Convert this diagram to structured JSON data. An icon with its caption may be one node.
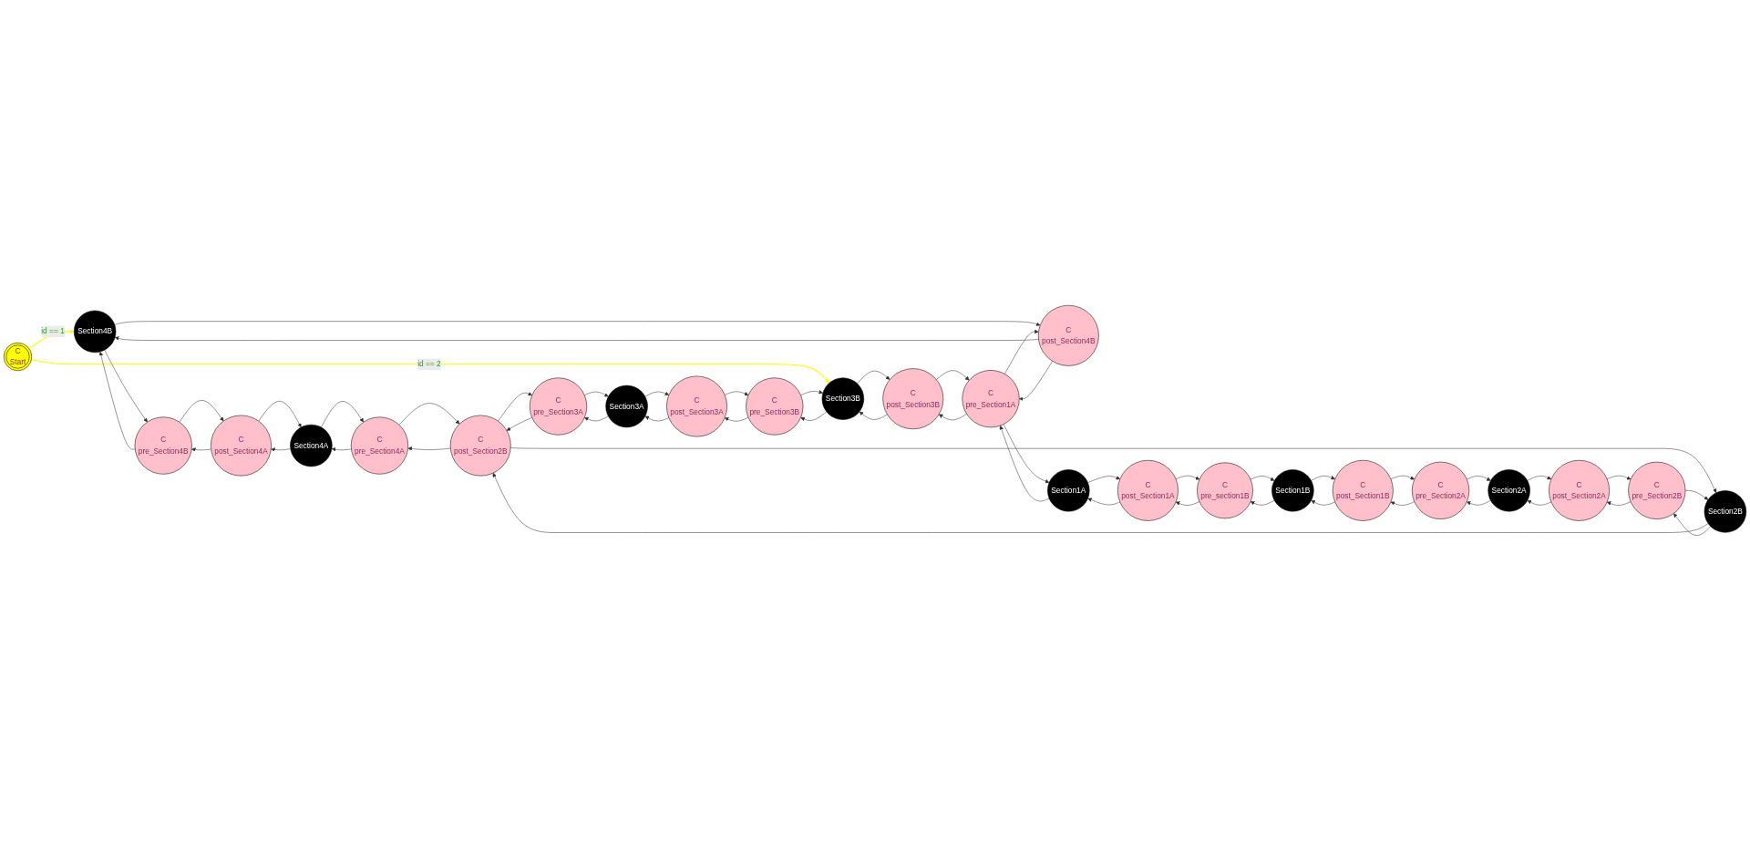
{
  "diagram": {
    "nodes": [
      {
        "text": [
          "C",
          "Start"
        ]
      },
      {
        "text": [
          "Section4B"
        ]
      },
      {
        "text": [
          "C",
          "pre_Section4B"
        ]
      },
      {
        "text": [
          "C",
          "post_Section4A"
        ]
      },
      {
        "text": [
          "Section4A"
        ]
      },
      {
        "text": [
          "C",
          "pre_Section4A"
        ]
      },
      {
        "text": [
          "C",
          "post_Section4B"
        ]
      },
      {
        "text": [
          "Section3B"
        ]
      },
      {
        "text": [
          "C",
          "pre_Section3B"
        ]
      },
      {
        "text": [
          "Section3A"
        ]
      },
      {
        "text": [
          "C",
          "post_Section2B"
        ]
      },
      {
        "text": [
          "C",
          "post_Section3A"
        ]
      },
      {
        "text": [
          "C",
          "pre_Section3A"
        ]
      },
      {
        "text": [
          "C",
          "post_Section3B"
        ]
      },
      {
        "text": [
          "Section2B"
        ]
      },
      {
        "text": [
          "C",
          "pre_Section1A"
        ]
      },
      {
        "text": [
          "C",
          "pre_Section2B"
        ]
      },
      {
        "text": [
          "C",
          "post_Section1A"
        ]
      },
      {
        "text": [
          "C",
          "post_Section1B"
        ]
      },
      {
        "text": [
          "Section1A"
        ]
      },
      {
        "text": [
          "C",
          "post_Section2A"
        ]
      },
      {
        "text": [
          "C",
          "pre_section1B"
        ]
      },
      {
        "text": [
          "Section1B"
        ]
      },
      {
        "text": [
          "C",
          "pre_Section2A"
        ]
      },
      {
        "text": [
          "Section2A"
        ]
      }
    ],
    "edges": [
      {
        "from": 0,
        "to": 1,
        "arrow": "to",
        "label": "id == 1",
        "color": "#ffff00"
      },
      {
        "from": 0,
        "to": 7,
        "arrow": "to",
        "label": "id == 2",
        "color": "#ffff00"
      },
      {
        "from": 5,
        "to": 4,
        "arrow": "to"
      },
      {
        "from": 4,
        "to": 5,
        "arrow": "to"
      },
      {
        "from": 4,
        "to": 3,
        "arrow": "to"
      },
      {
        "from": 3,
        "to": 4,
        "arrow": "to"
      },
      {
        "from": 3,
        "to": 2,
        "arrow": "to"
      },
      {
        "from": 2,
        "to": 3,
        "arrow": "to"
      },
      {
        "from": 2,
        "to": 1,
        "arrow": "to"
      },
      {
        "from": 1,
        "to": 2,
        "arrow": "to"
      },
      {
        "from": 1,
        "to": 6,
        "arrow": "to"
      },
      {
        "from": 6,
        "to": 1,
        "arrow": "to"
      },
      {
        "from": 15,
        "to": 6,
        "arrow": "to"
      },
      {
        "from": 6,
        "to": 15,
        "arrow": "to"
      },
      {
        "from": 15,
        "to": 13,
        "arrow": "to"
      },
      {
        "from": 13,
        "to": 15,
        "arrow": "to"
      },
      {
        "from": 13,
        "to": 7,
        "arrow": "to"
      },
      {
        "from": 7,
        "to": 13,
        "arrow": "to"
      },
      {
        "from": 7,
        "to": 8,
        "arrow": "to"
      },
      {
        "from": 8,
        "to": 7,
        "arrow": "to"
      },
      {
        "from": 8,
        "to": 11,
        "arrow": "to"
      },
      {
        "from": 11,
        "to": 8,
        "arrow": "to"
      },
      {
        "from": 11,
        "to": 9,
        "arrow": "to"
      },
      {
        "from": 9,
        "to": 11,
        "arrow": "to"
      },
      {
        "from": 9,
        "to": 12,
        "arrow": "to"
      },
      {
        "from": 12,
        "to": 9,
        "arrow": "to"
      },
      {
        "from": 10,
        "to": 12,
        "arrow": "to"
      },
      {
        "from": 12,
        "to": 10,
        "arrow": "to"
      },
      {
        "from": 5,
        "to": 10,
        "arrow": "to"
      },
      {
        "from": 10,
        "to": 5,
        "arrow": "to"
      },
      {
        "from": 10,
        "to": 14,
        "arrow": "to"
      },
      {
        "from": 14,
        "to": 10,
        "arrow": "to"
      },
      {
        "from": 14,
        "to": 16,
        "arrow": "to"
      },
      {
        "from": 16,
        "to": 14,
        "arrow": "to"
      },
      {
        "from": 16,
        "to": 20,
        "arrow": "to"
      },
      {
        "from": 20,
        "to": 16,
        "arrow": "to"
      },
      {
        "from": 20,
        "to": 24,
        "arrow": "to"
      },
      {
        "from": 24,
        "to": 20,
        "arrow": "to"
      },
      {
        "from": 24,
        "to": 23,
        "arrow": "to"
      },
      {
        "from": 23,
        "to": 24,
        "arrow": "to"
      },
      {
        "from": 23,
        "to": 18,
        "arrow": "to"
      },
      {
        "from": 18,
        "to": 23,
        "arrow": "to"
      },
      {
        "from": 18,
        "to": 22,
        "arrow": "to"
      },
      {
        "from": 22,
        "to": 18,
        "arrow": "to"
      },
      {
        "from": 22,
        "to": 21,
        "arrow": "to"
      },
      {
        "from": 21,
        "to": 22,
        "arrow": "to"
      },
      {
        "from": 21,
        "to": 17,
        "arrow": "to"
      },
      {
        "from": 17,
        "to": 21,
        "arrow": "to"
      },
      {
        "from": 17,
        "to": 19,
        "arrow": "to"
      },
      {
        "from": 19,
        "to": 17,
        "arrow": "to"
      },
      {
        "from": 19,
        "to": 15,
        "arrow": "to"
      },
      {
        "from": 15,
        "to": 19,
        "arrow": "to"
      }
    ]
  }
}
